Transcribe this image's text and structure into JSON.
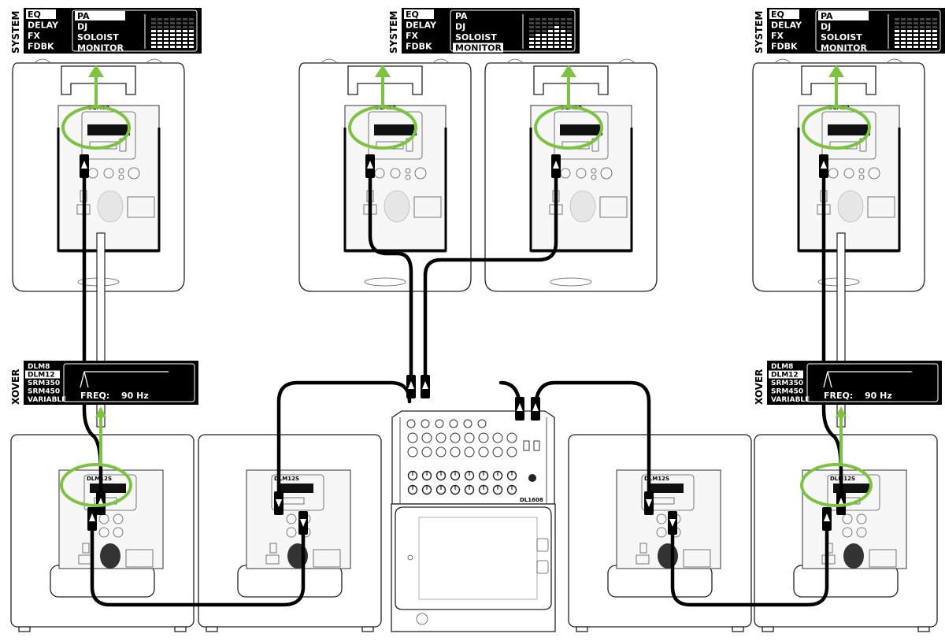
{
  "colors": {
    "highlight_green": "#7dc242",
    "cable": "#000000",
    "lcd_background": "#000000",
    "lcd_text": "#ffffff"
  },
  "system_screens": [
    {
      "id": "left",
      "side_label": "SYSTEM",
      "menu": [
        "EQ",
        "DELAY",
        "FX",
        "FDBK"
      ],
      "menu_selected": "EQ",
      "modes": [
        "PA",
        "DJ",
        "SOLOIST",
        "MONITOR"
      ],
      "mode_selected": "PA"
    },
    {
      "id": "center",
      "side_label": "SYSTEM",
      "menu": [
        "EQ",
        "DELAY",
        "FX",
        "FDBK"
      ],
      "menu_selected": "EQ",
      "modes": [
        "PA",
        "DJ",
        "SOLOIST",
        "MONITOR"
      ],
      "mode_selected": "MONITOR"
    },
    {
      "id": "right",
      "side_label": "SYSTEM",
      "menu": [
        "EQ",
        "DELAY",
        "FX",
        "FDBK"
      ],
      "menu_selected": "EQ",
      "modes": [
        "PA",
        "DJ",
        "SOLOIST",
        "MONITOR"
      ],
      "mode_selected": "PA"
    }
  ],
  "xover_screens": [
    {
      "id": "left",
      "side_label": "XOVER",
      "options": [
        "DLM8",
        "DLM12",
        "SRM350",
        "SRM450",
        "VARIABLE"
      ],
      "selected": "DLM12",
      "freq_label": "FREQ:",
      "freq_value": "90 Hz"
    },
    {
      "id": "right",
      "side_label": "XOVER",
      "options": [
        "DLM8",
        "DLM12",
        "SRM350",
        "SRM450",
        "VARIABLE"
      ],
      "selected": "DLM12",
      "freq_label": "FREQ:",
      "freq_value": "90 Hz"
    }
  ],
  "devices": {
    "top_speaker_model": "DLM12",
    "subwoofer_model": "DLM12S",
    "mixer_model": "DL1608",
    "top_speakers": [
      "main-left",
      "monitor-1",
      "monitor-2",
      "main-right"
    ],
    "subwoofers": [
      "sub-1",
      "sub-2",
      "sub-3",
      "sub-4"
    ]
  }
}
